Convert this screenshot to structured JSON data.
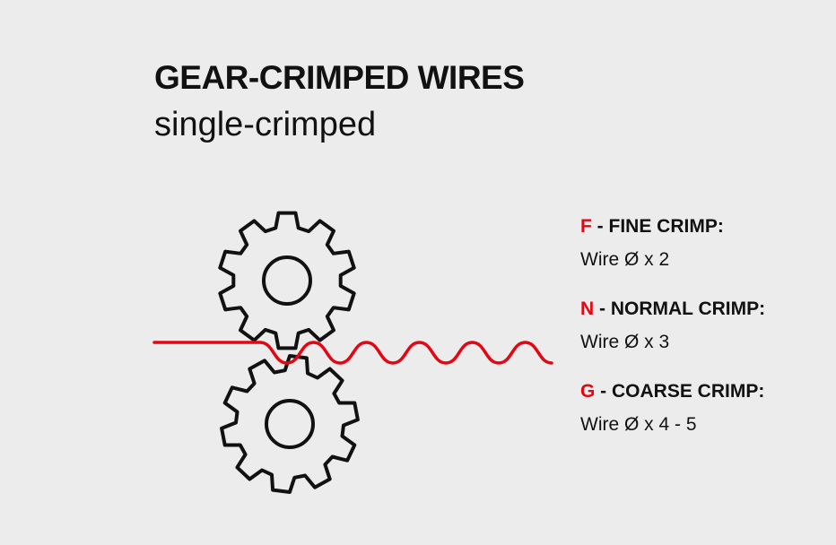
{
  "title": "GEAR-CRIMPED WIRES",
  "subtitle": "single-crimped",
  "colors": {
    "accent": "#e30613",
    "background": "#ececec",
    "stroke": "#111111"
  },
  "legend": [
    {
      "letter": "F",
      "label": " - FINE CRIMP:",
      "value": "Wire Ø x 2"
    },
    {
      "letter": "N",
      "label": " - NORMAL CRIMP:",
      "value": "Wire Ø x 3"
    },
    {
      "letter": "G",
      "label": " - COARSE CRIMP:",
      "value": "Wire Ø x 4 - 5"
    }
  ],
  "diagram": {
    "gear_teeth": 10,
    "wire_waves": 5
  }
}
